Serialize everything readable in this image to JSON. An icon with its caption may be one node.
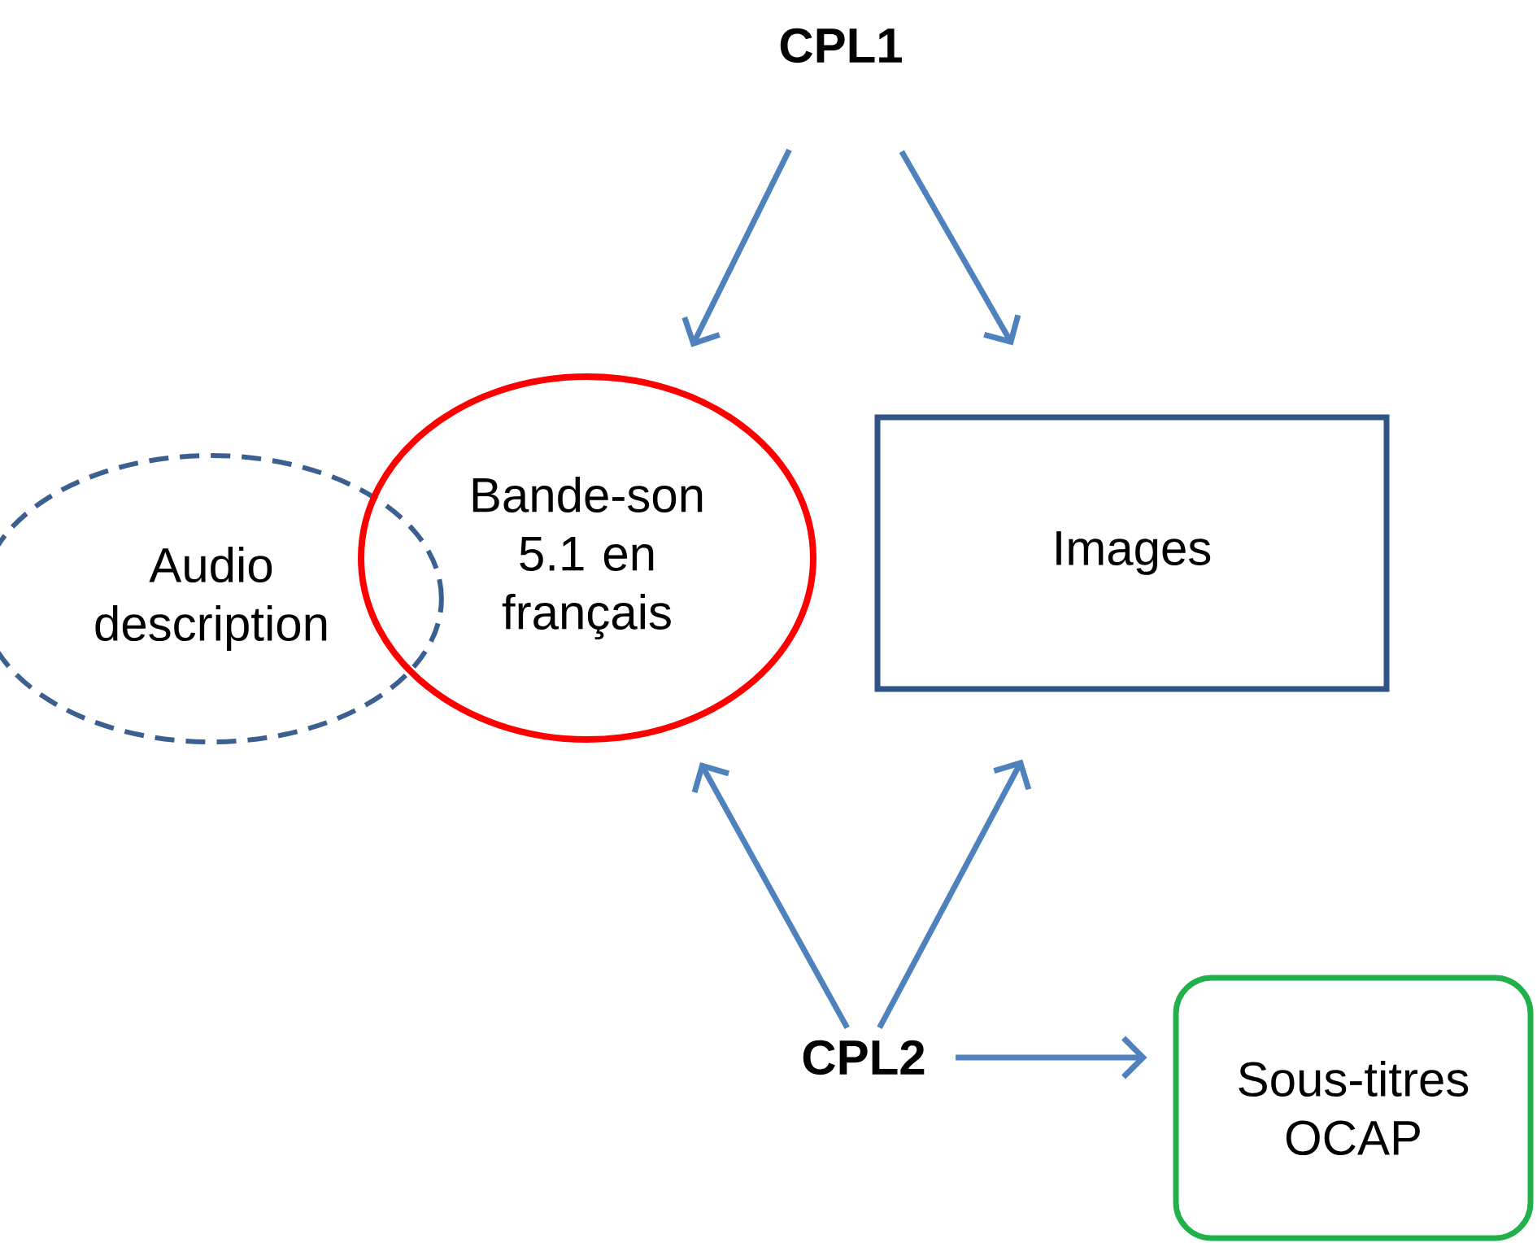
{
  "diagram": {
    "nodes": [
      {
        "text": [
          "CPL1"
        ]
      },
      {
        "text": [
          "Audio description"
        ]
      },
      {
        "text": [
          "Bande-son 5.1 en français"
        ]
      },
      {
        "text": [
          "Images"
        ]
      },
      {
        "text": [
          "CPL2"
        ]
      },
      {
        "text": [
          "Sous-titres OCAP"
        ]
      }
    ],
    "edges": [
      {
        "from": 0,
        "to": 2,
        "arrow": "to"
      },
      {
        "from": 0,
        "to": 3,
        "arrow": "to"
      },
      {
        "from": 4,
        "to": 2,
        "arrow": "to"
      },
      {
        "from": 4,
        "to": 3,
        "arrow": "to"
      },
      {
        "from": 4,
        "to": 5,
        "arrow": "to"
      }
    ]
  }
}
